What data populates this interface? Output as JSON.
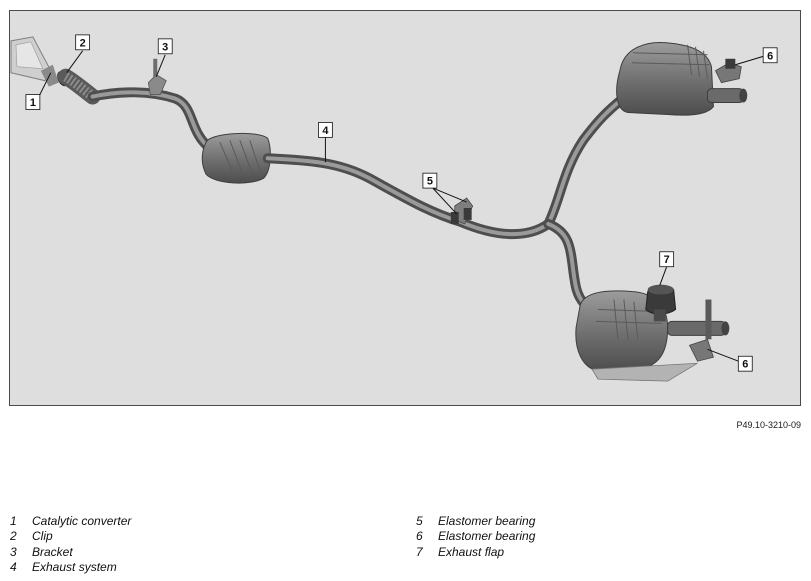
{
  "figure": {
    "reference": "P49.10-3210-09",
    "callouts": [
      "1",
      "2",
      "3",
      "4",
      "5",
      "6",
      "6",
      "7"
    ]
  },
  "legend": {
    "left": [
      {
        "number": "1",
        "label": "Catalytic converter"
      },
      {
        "number": "2",
        "label": "Clip"
      },
      {
        "number": "3",
        "label": "Bracket"
      },
      {
        "number": "4",
        "label": "Exhaust system"
      }
    ],
    "right": [
      {
        "number": "5",
        "label": "Elastomer bearing"
      },
      {
        "number": "6",
        "label": "Elastomer bearing"
      },
      {
        "number": "7",
        "label": "Exhaust flap"
      }
    ]
  },
  "colors": {
    "background": "#dedede",
    "metal_dark": "#6b6b6b",
    "metal_light": "#9a9a9a",
    "callout_box": "#ffffff"
  }
}
